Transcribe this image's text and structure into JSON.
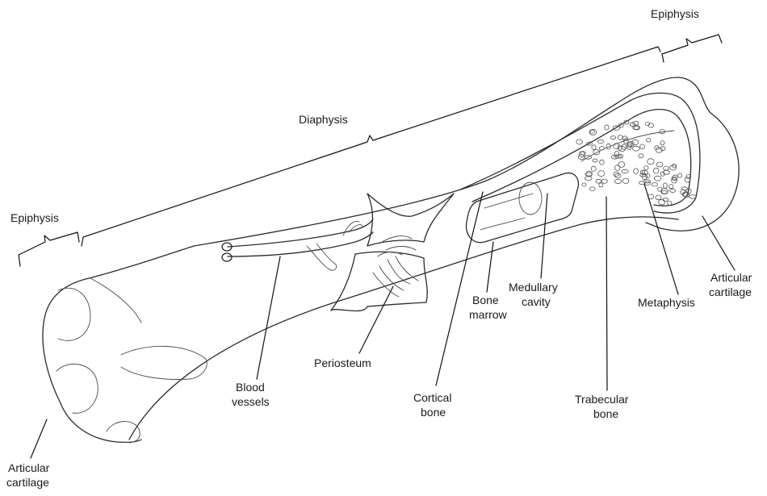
{
  "labels": {
    "epiphysis_right": "Epiphysis",
    "epiphysis_left": "Epiphysis",
    "diaphysis": "Diaphysis",
    "articular_cartilage_right": [
      "Articular",
      "cartilage"
    ],
    "articular_cartilage_left": [
      "Articular",
      "cartilage"
    ],
    "medullary_cavity": [
      "Medullary",
      "cavity"
    ],
    "bone_marrow": [
      "Bone",
      "marrow"
    ],
    "metaphysis": "Metaphysis",
    "periosteum": "Periosteum",
    "blood_vessels": [
      "Blood",
      "vessels"
    ],
    "cortical_bone": [
      "Cortical",
      "bone"
    ],
    "trabecular_bone": [
      "Trabecular",
      "bone"
    ]
  }
}
